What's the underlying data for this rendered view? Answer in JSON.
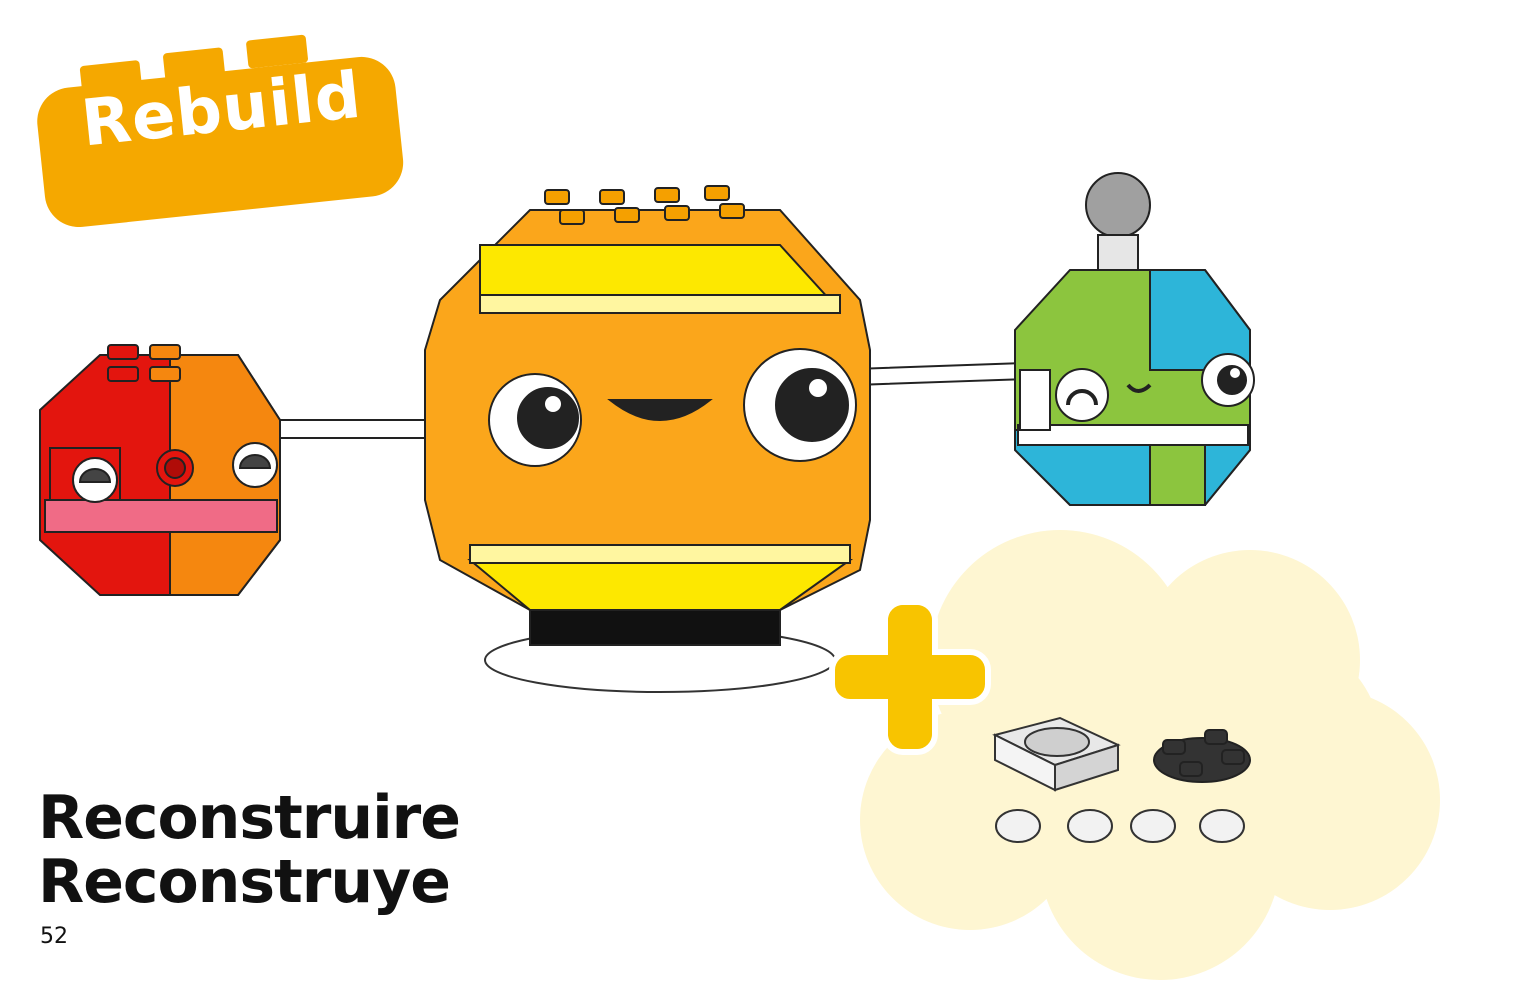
{
  "badge": {
    "label": "Rebuild",
    "color": "#f5a800"
  },
  "headings": {
    "line1": "Reconstruire",
    "line2": "Reconstruye"
  },
  "page": {
    "number": "52"
  },
  "colors": {
    "red": "#e3150e",
    "orange": "#f5870f",
    "yellow_orange": "#fba61b",
    "yellow": "#fde800",
    "lime": "#8cc53e",
    "azure": "#2db5d9",
    "pink": "#f06b86",
    "cloud": "#fef6d2",
    "plus": "#f8c400"
  },
  "icons": {
    "plus": "plus-icon",
    "parts": [
      "turntable-plate-icon",
      "round-plate-icon",
      "eye-tile-icon"
    ]
  }
}
